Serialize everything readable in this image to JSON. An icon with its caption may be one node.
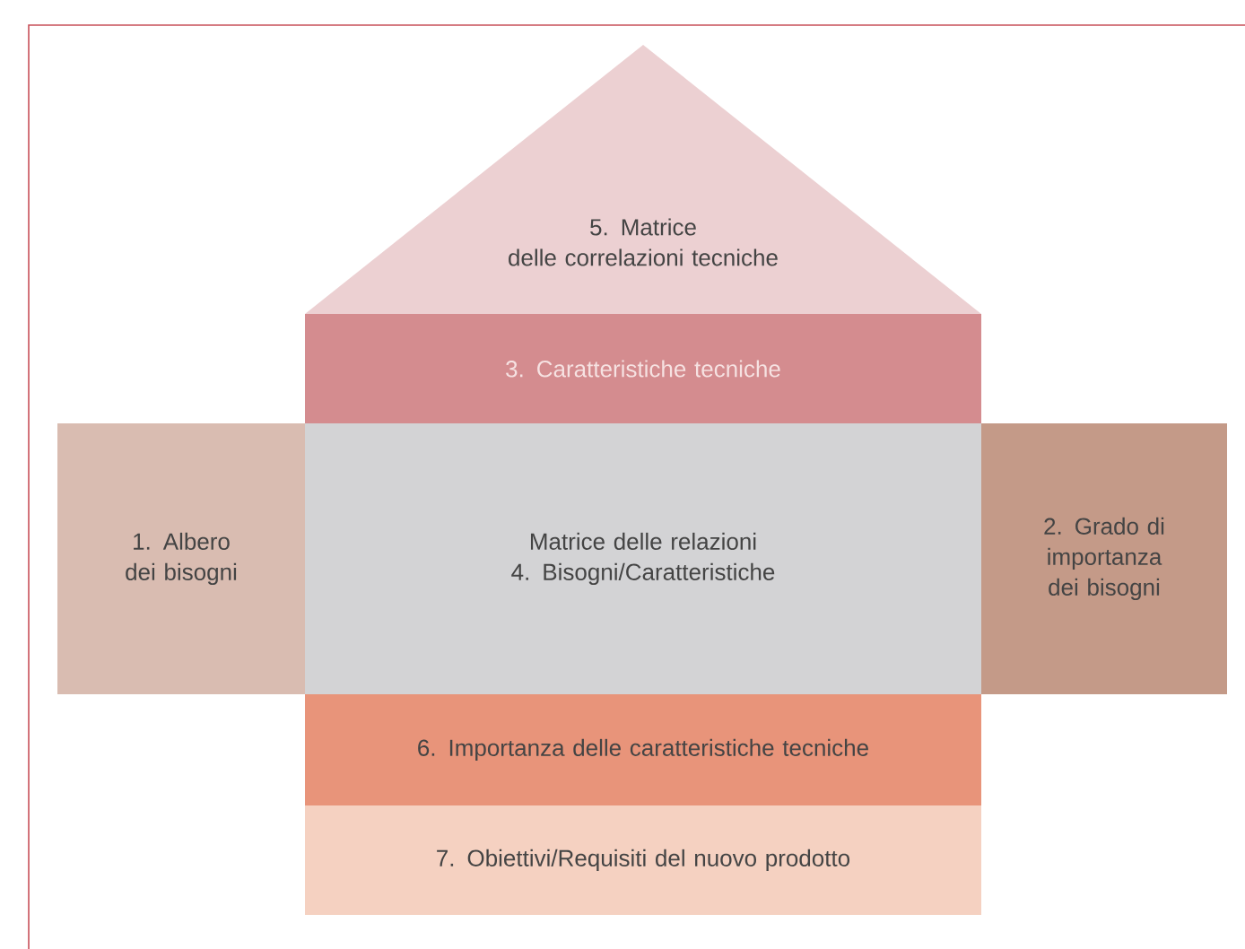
{
  "diagram": {
    "nodes": [
      {
        "text": [
          "5. Matrice",
          "delle correlazioni tecniche"
        ]
      },
      {
        "text": [
          "3. Caratteristiche tecniche"
        ]
      },
      {
        "text": [
          "1. Albero dei bisogni"
        ]
      },
      {
        "text": [
          "Matrice delle relazioni",
          "4. Bisogni/Caratteristiche"
        ]
      },
      {
        "text": [
          "2. Grado di importanza dei bisogni"
        ]
      },
      {
        "text": [
          "6. Importanza delle caratteristiche tecniche"
        ]
      },
      {
        "text": [
          "7. Obiettivi/Requisiti del nuovo prodotto"
        ]
      }
    ]
  }
}
